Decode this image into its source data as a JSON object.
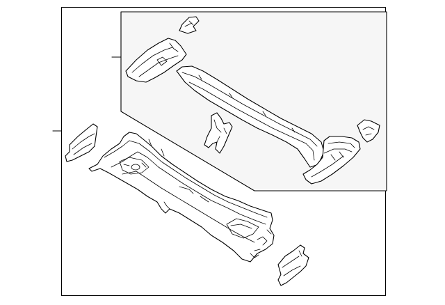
{
  "diagram": {
    "callouts": [],
    "parts": [
      "outer-frame",
      "inset-panel",
      "left-bracket-upper",
      "left-top-bracket",
      "upper-cowl-panel",
      "center-support-bracket",
      "right-top-bracket",
      "right-lower-bracket",
      "left-side-bracket",
      "main-cowl-panel",
      "right-side-bracket"
    ]
  }
}
